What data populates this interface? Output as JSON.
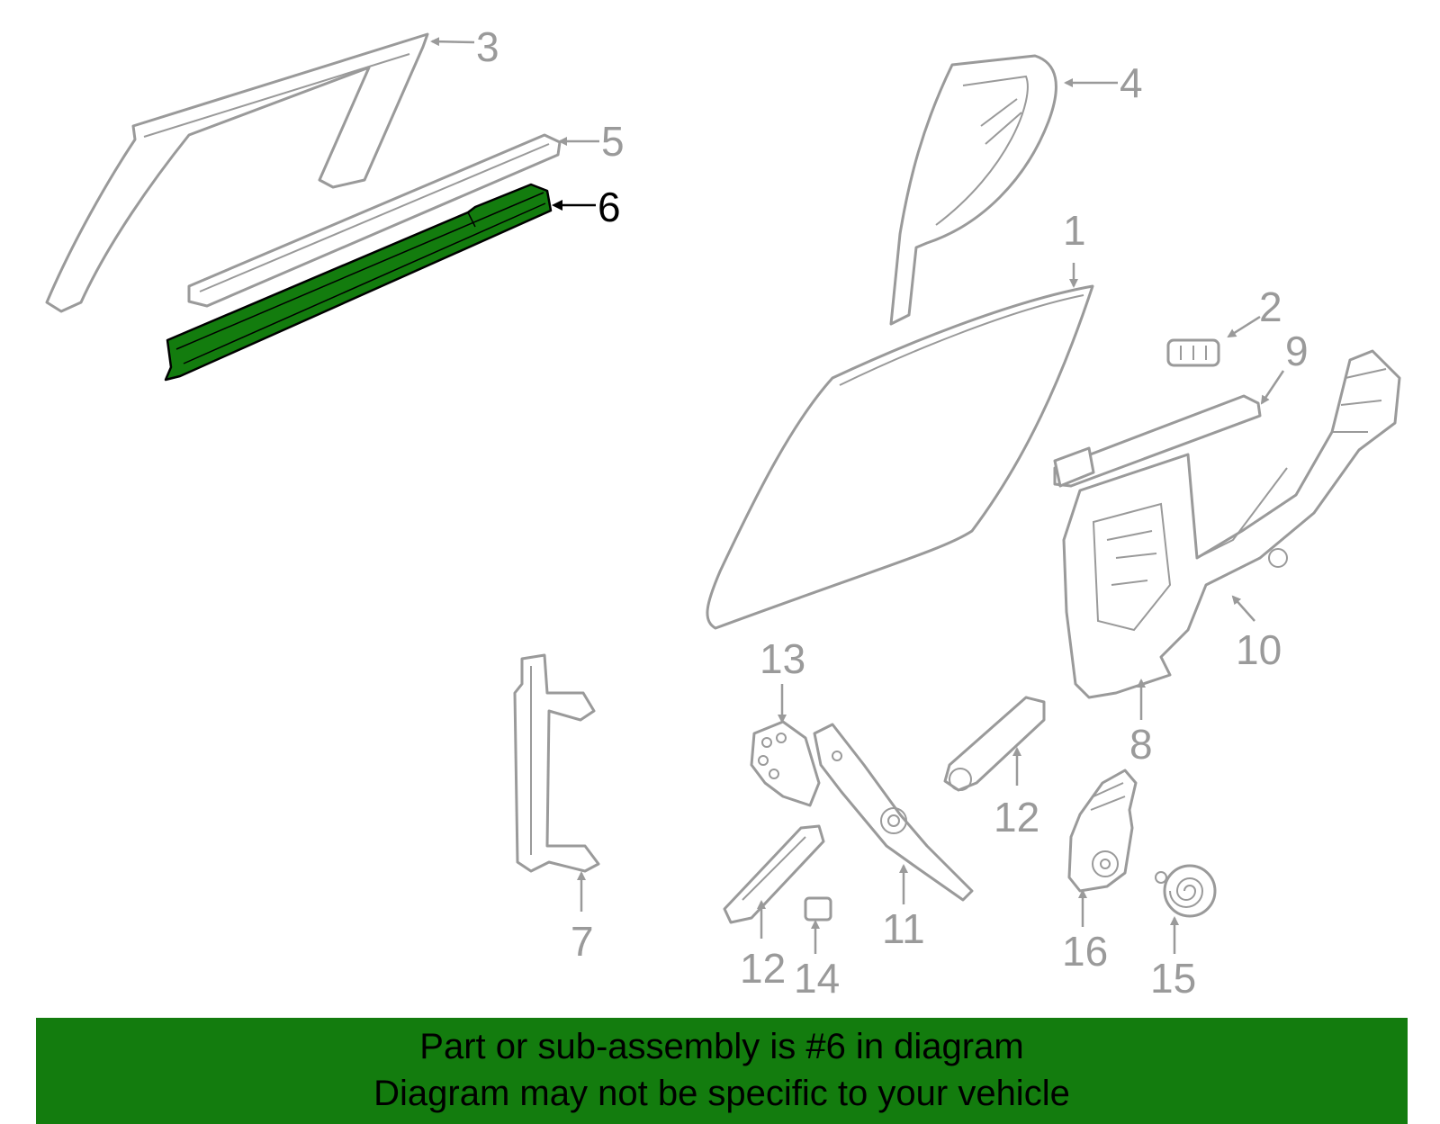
{
  "diagram": {
    "highlight_color": "#137c0e",
    "outline_color": "#9a9a9a",
    "highlighted_part": "6",
    "callouts": {
      "c1": "1",
      "c2": "2",
      "c3": "3",
      "c4": "4",
      "c5": "5",
      "c6": "6",
      "c7": "7",
      "c8": "8",
      "c9": "9",
      "c10": "10",
      "c11": "11",
      "c12a": "12",
      "c12b": "12",
      "c13": "13",
      "c14": "14",
      "c15": "15",
      "c16": "16"
    }
  },
  "banner": {
    "background": "#137c0e",
    "line1": "Part or sub-assembly is #6 in diagram",
    "line2": "Diagram may not be specific to your vehicle"
  }
}
